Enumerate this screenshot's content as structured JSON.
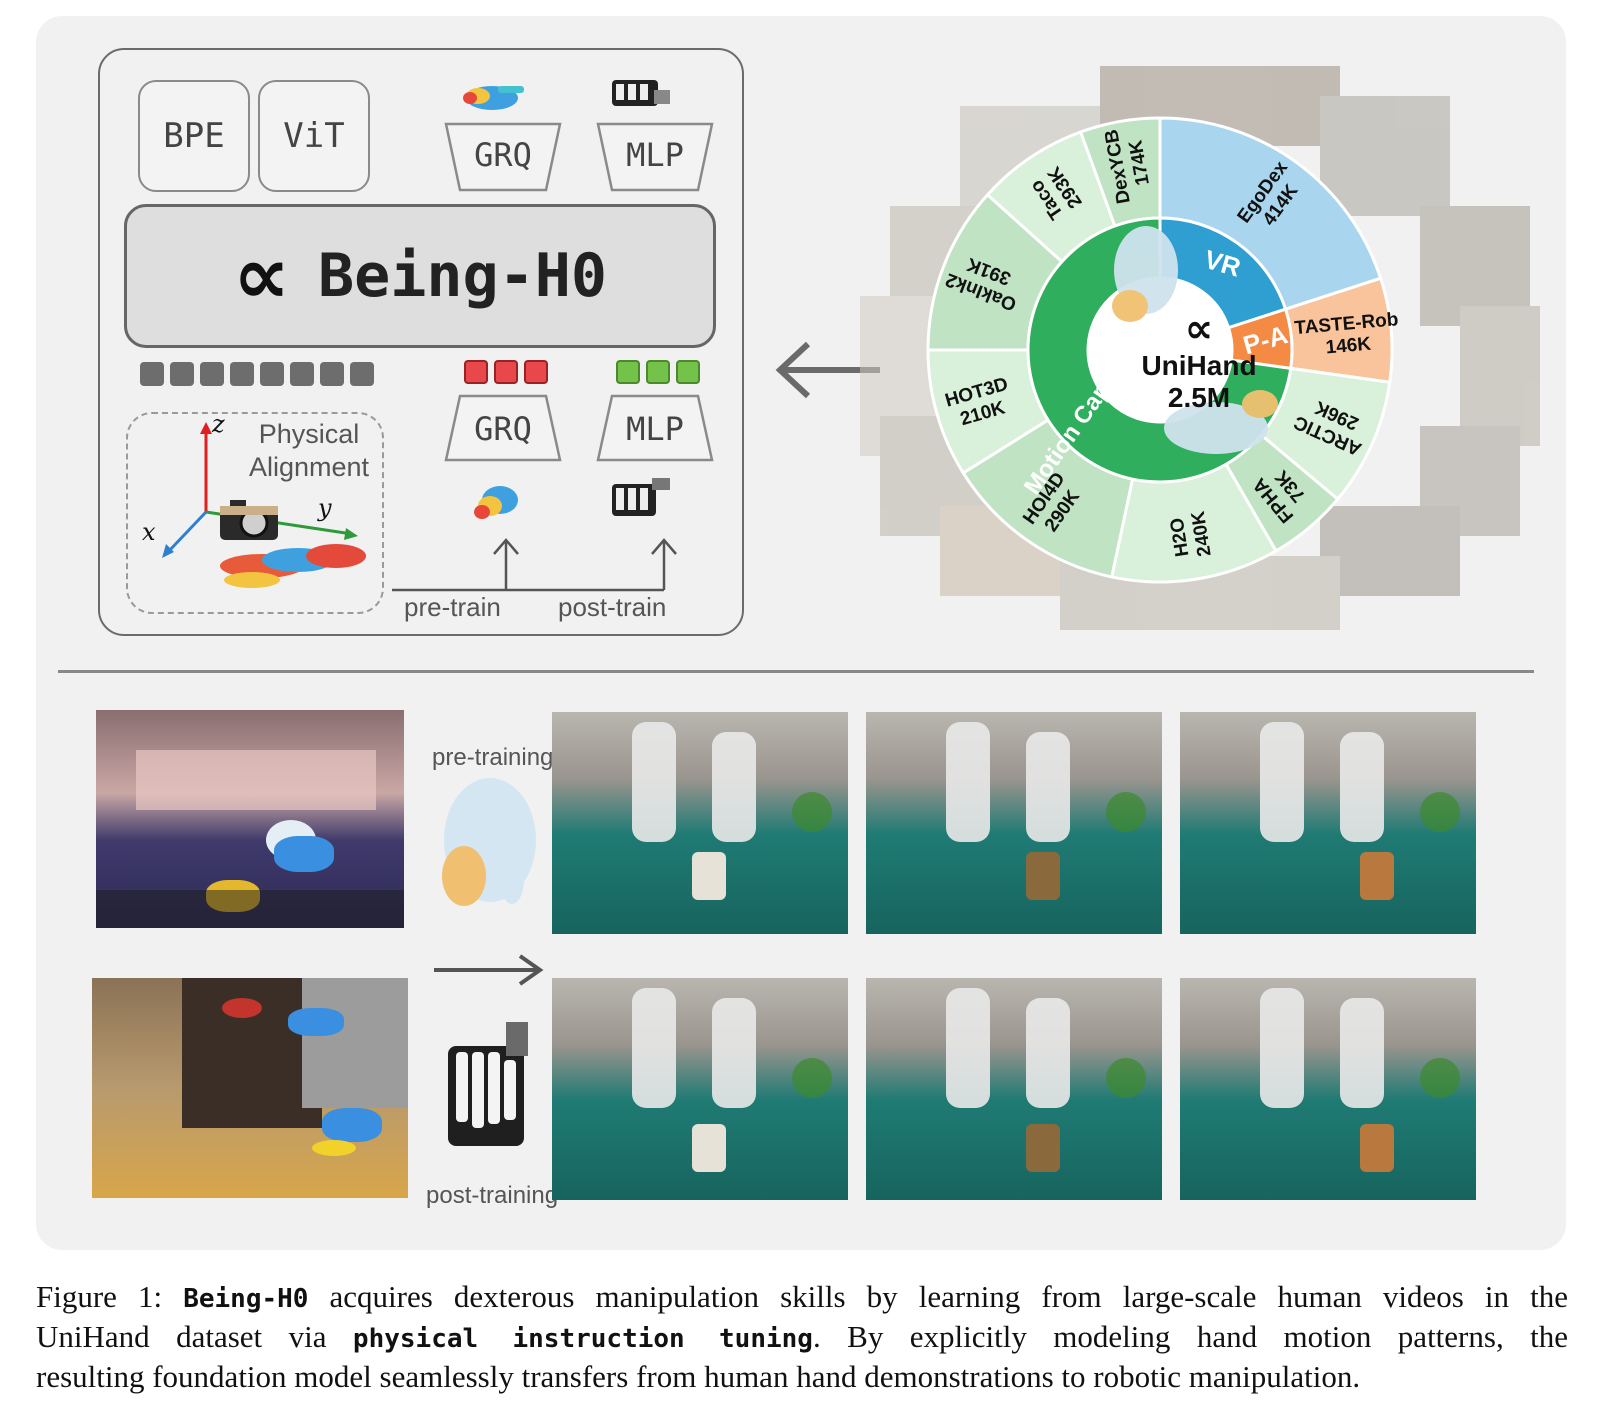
{
  "architecture": {
    "bpe_label": "BPE",
    "vit_label": "ViT",
    "grq_top_label": "GRQ",
    "mlp_top_label": "MLP",
    "model_name": "Being-H0",
    "model_glyph": "∝",
    "grq_bottom_label": "GRQ",
    "mlp_bottom_label": "MLP",
    "physical_alignment_label": "Physical Alignment",
    "axis_x": "x",
    "axis_y": "y",
    "axis_z": "z",
    "pretrain_label": "pre-train",
    "posttrain_label": "post-train"
  },
  "sunburst": {
    "center_glyph": "∝",
    "center_title": "UniHand",
    "center_total": "2.5M",
    "inner": [
      {
        "name": "VR",
        "color": "#2f9fd1"
      },
      {
        "name": "P-A",
        "color": "#f48a43"
      },
      {
        "name": "Motion Capture",
        "color": "#2fae5e"
      }
    ],
    "outer": [
      {
        "name": "EgoDex",
        "count": "414K",
        "group": "VR"
      },
      {
        "name": "TASTE-Rob",
        "count": "146K",
        "group": "P-A"
      },
      {
        "name": "ARCTIC",
        "count": "296K",
        "group": "Motion Capture"
      },
      {
        "name": "FPHA",
        "count": "73K",
        "group": "Motion Capture"
      },
      {
        "name": "H2O",
        "count": "240K",
        "group": "Motion Capture"
      },
      {
        "name": "HOI4D",
        "count": "290K",
        "group": "Motion Capture"
      },
      {
        "name": "HOT3D",
        "count": "210K",
        "group": "Motion Capture"
      },
      {
        "name": "OakInk2",
        "count": "391K",
        "group": "Motion Capture"
      },
      {
        "name": "Taco",
        "count": "293K",
        "group": "Motion Capture"
      },
      {
        "name": "DexYCB",
        "count": "174K",
        "group": "Motion Capture"
      }
    ]
  },
  "demos": {
    "pretraining_label": "pre-training",
    "posttraining_label": "post-training"
  },
  "caption": {
    "line1_a": "Figure 1: ",
    "line1_b": "Being-H0",
    "line1_c": " acquires dexterous manipulation skills by learning from large-scale human videos in the",
    "line2_a": "UniHand dataset via ",
    "line2_b": "physical instruction tuning",
    "line2_c": ". By explicitly modeling hand motion patterns, the",
    "line3": "resulting foundation model seamlessly transfers from human hand demonstrations to robotic manipulation."
  }
}
